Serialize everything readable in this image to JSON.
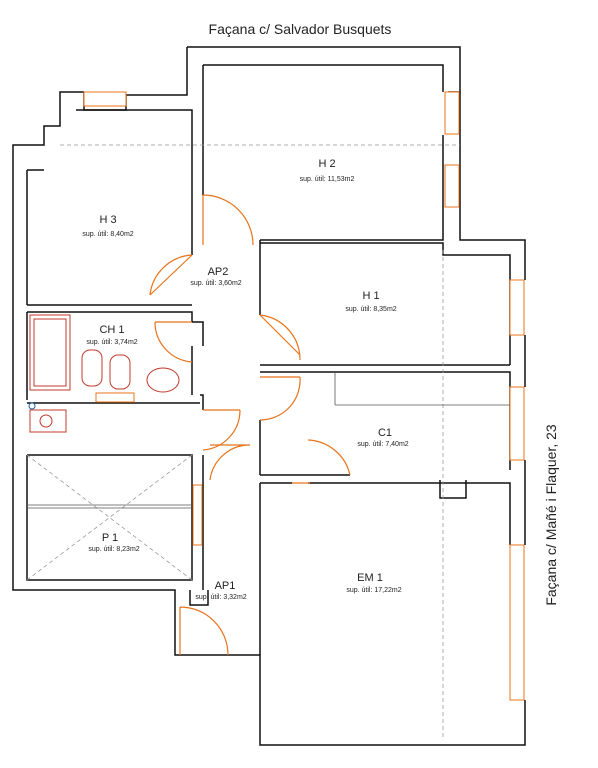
{
  "facade_top": "Façana c/ Salvador Busquets",
  "facade_right": "Façana c/ Mañé i Flaquer, 23",
  "rooms": {
    "h2": {
      "name": "H 2",
      "area": "sup. útil: 11,53m2"
    },
    "h3": {
      "name": "H 3",
      "area": "sup. útil: 8,40m2"
    },
    "ap2": {
      "name": "AP2",
      "area": "sup. útil: 3,60m2"
    },
    "h1": {
      "name": "H 1",
      "area": "sup. útil: 8,35m2"
    },
    "ch1": {
      "name": "CH 1",
      "area": "sup. útil: 3,74m2"
    },
    "c1": {
      "name": "C1",
      "area": "sup. útil: 7,40m2"
    },
    "p1": {
      "name": "P 1",
      "area": "sup. útil: 8,23m2"
    },
    "ap1": {
      "name": "AP1",
      "area": "sup. útil: 3,32m2"
    },
    "em1": {
      "name": "EM 1",
      "area": "sup. útil: 17,22m2"
    }
  },
  "colors": {
    "wall": "#111111",
    "door": "#e8731a",
    "fixture": "#c0392b"
  }
}
